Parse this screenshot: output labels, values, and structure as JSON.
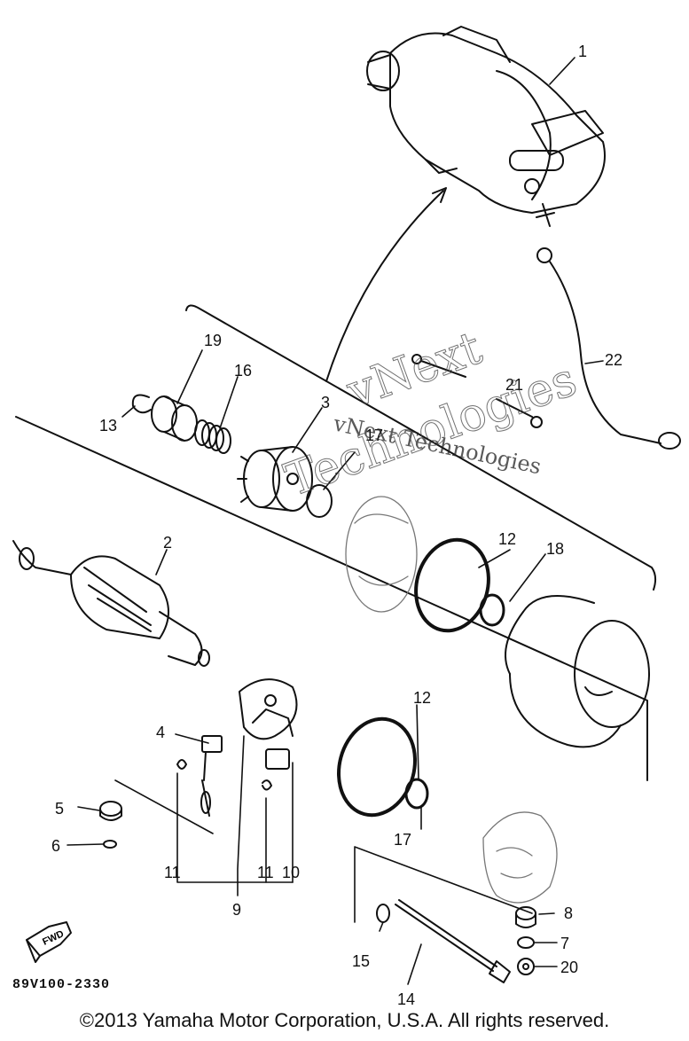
{
  "callouts": {
    "c1": "1",
    "c2": "2",
    "c3": "3",
    "c4": "4",
    "c5": "5",
    "c6": "6",
    "c7": "7",
    "c8": "8",
    "c9": "9",
    "c10": "10",
    "c11a": "11",
    "c11b": "11",
    "c12a": "12",
    "c12b": "12",
    "c13": "13",
    "c14": "14",
    "c15": "15",
    "c16": "16",
    "c17a": "17",
    "c17b": "17",
    "c18": "18",
    "c19": "19",
    "c20": "20",
    "c21": "21",
    "c22": "22"
  },
  "fwd_label": "FWD",
  "doc_number": "89V100-2330",
  "watermark": {
    "line1": "vNext Technologies",
    "big1": "vNext",
    "big2": "Technologies"
  },
  "footer": "©2013 Yamaha Motor Corporation, U.S.A. All rights reserved."
}
